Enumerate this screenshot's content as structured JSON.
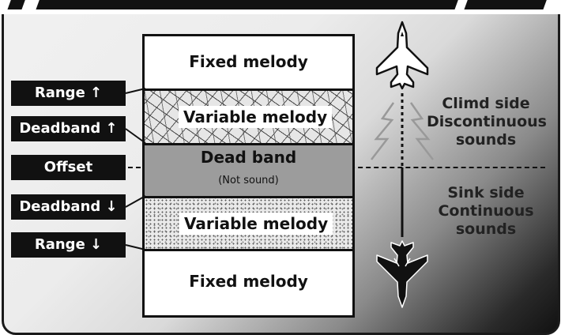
{
  "diagram": {
    "bands": {
      "fixed_top": "Fixed melody",
      "variable_top": "Variable melody",
      "dead_band": "Dead band",
      "dead_band_note": "(Not sound)",
      "variable_bottom": "Variable melody",
      "fixed_bottom": "Fixed melody"
    },
    "tags": {
      "range_up": "Range ↑",
      "deadband_up": "Deadband ↑",
      "offset": "Offset",
      "deadband_down": "Deadband ↓",
      "range_down": "Range ↓"
    },
    "climb": {
      "line1": "Climd side",
      "line2": "Discontinuous",
      "line3": "sounds"
    },
    "sink": {
      "line1": "Sink side",
      "line2": "Continuous",
      "line3": "sounds"
    },
    "icons": {
      "climb_plane": "jet-icon",
      "sink_plane": "jet-icon",
      "sound_waves": "zigzag-icon"
    },
    "colors": {
      "tag_bg": "#111111",
      "dead_band": "#9c9c9c",
      "text": "#222222"
    }
  }
}
